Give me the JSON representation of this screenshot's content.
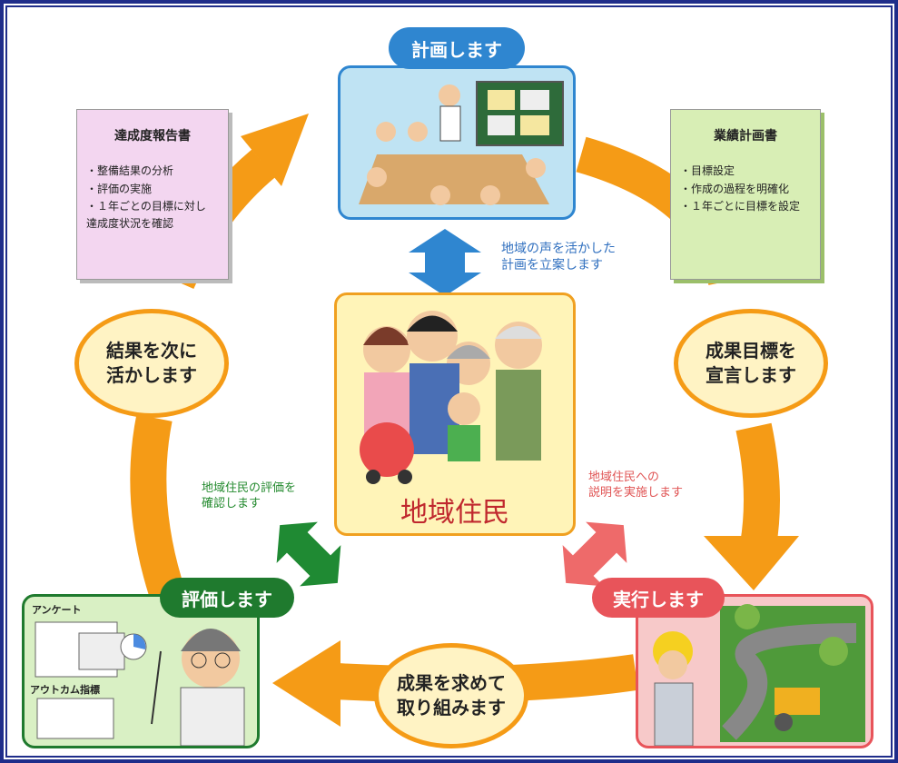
{
  "plan": {
    "badge": "計画します"
  },
  "report_doc": {
    "title": "達成度報告書",
    "items": [
      "・整備結果の分析",
      "・評価の実施",
      "・１年ごとの目標に対し\n達成度状況を確認"
    ]
  },
  "plan_doc": {
    "title": "業績計画書",
    "items": [
      "・目標設定",
      "・作成の過程を明確化",
      "・１年ごとに目標を設定"
    ]
  },
  "notes": {
    "top": "地域の声を活かした\n計画を立案します",
    "left": "地域住民の評価を\n確認します",
    "right": "地域住民への\n説明を実施します"
  },
  "center": {
    "caption": "地域住民"
  },
  "ovals": {
    "left": "結果を次に\n活かします",
    "right": "成果目標を\n宣言します",
    "bottom": "成果を求めて\n取り組みます"
  },
  "evaluate": {
    "badge": "評価します",
    "survey_label": "アンケート",
    "outcome_label": "アウトカム指標"
  },
  "execute": {
    "badge": "実行します"
  },
  "colors": {
    "frame": "#1f2d8a",
    "cycle_arrow": "#f59b16",
    "oval_fill": "#fff3c4",
    "plan_badge": "#2f86d0",
    "eval_badge": "#1f7a2e",
    "exec_badge": "#e8545a",
    "center_panel": "#fff4b8",
    "center_border": "#f0a020",
    "doc_pink": "#f3d6f0",
    "doc_green": "#d8eeb5",
    "note_blue": "#2f6fbf",
    "note_green": "#238a2e",
    "note_red": "#e05454",
    "caption": "#c0282e"
  }
}
